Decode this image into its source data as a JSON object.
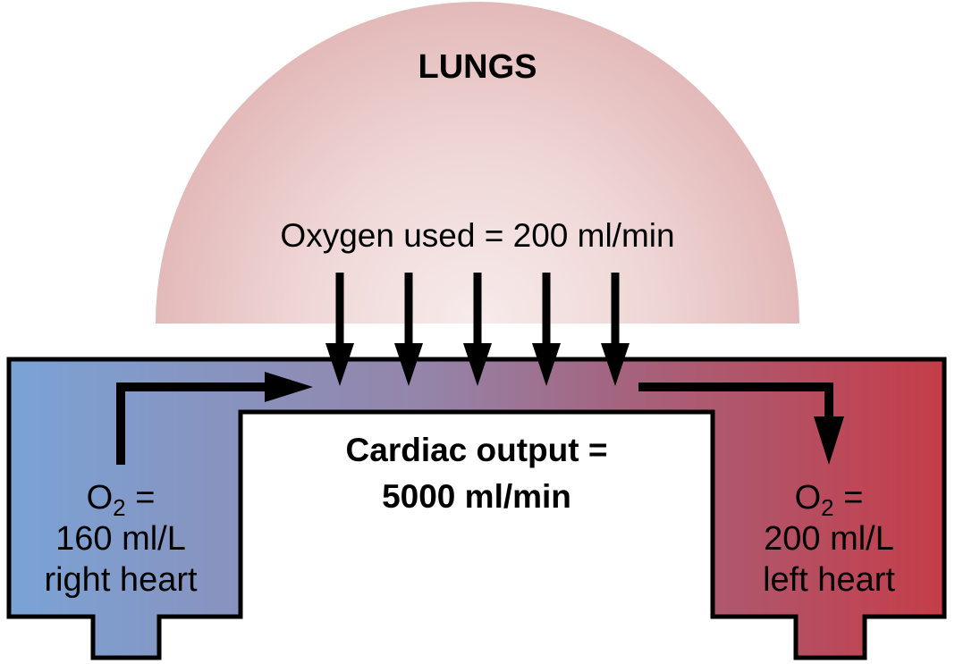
{
  "lungs": {
    "label": "LUNGS"
  },
  "oxygen_used": {
    "text": "Oxygen used = 200 ml/min"
  },
  "cardiac_output": {
    "line1": "Cardiac output =",
    "line2": "5000 ml/min"
  },
  "right_heart": {
    "o2_symbol": "O",
    "o2_subscript": "2",
    "o2_equals": " =",
    "concentration": "160 ml/L",
    "name": "right heart",
    "color": "#7aa3d6"
  },
  "left_heart": {
    "o2_symbol": "O",
    "o2_subscript": "2",
    "o2_equals": " =",
    "concentration": "200 ml/L",
    "name": "left heart",
    "color": "#c53d49"
  },
  "colors": {
    "lungs_outer": "#e3b9b9",
    "lungs_inner": "#f7ebeb",
    "venous_blue": "#7aa3d6",
    "mixed_purple": "#9584a9",
    "arterial_red": "#c53d49",
    "outline": "#000000"
  }
}
